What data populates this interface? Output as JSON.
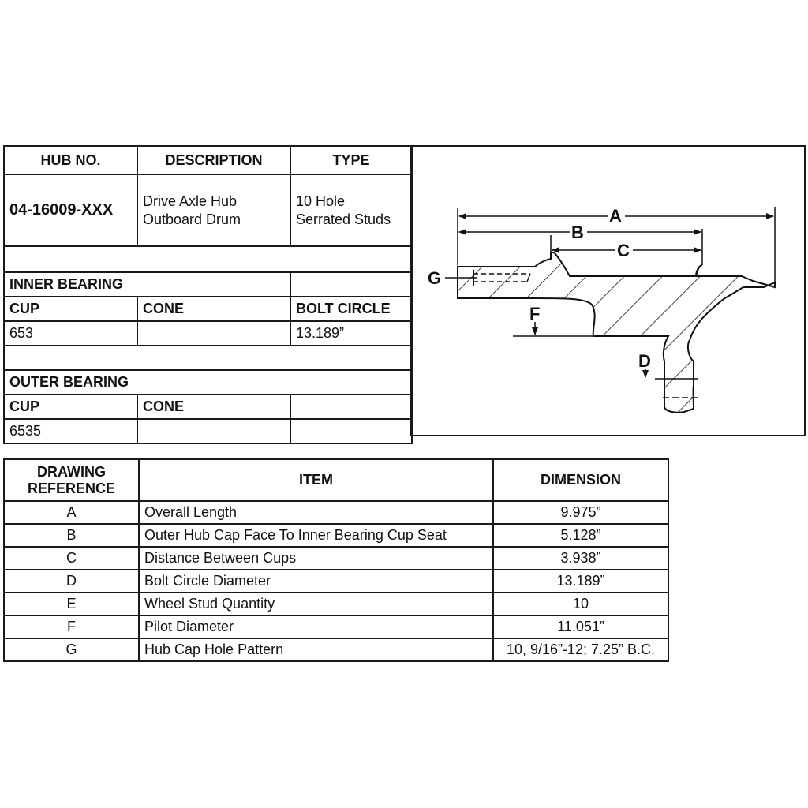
{
  "spec": {
    "headers": {
      "hub_no": "HUB NO.",
      "description": "DESCRIPTION",
      "type": "TYPE"
    },
    "hub_no": "04-16009-XXX",
    "description_line1": "Drive Axle Hub",
    "description_line2": "Outboard Drum",
    "type_line1": "10 Hole",
    "type_line2": "Serrated Studs",
    "inner_bearing": {
      "title": "INNER BEARING",
      "cup_label": "CUP",
      "cone_label": "CONE",
      "bolt_circle_label": "BOLT CIRCLE",
      "cup": "653",
      "cone": "",
      "bolt_circle": "13.189”"
    },
    "outer_bearing": {
      "title": "OUTER BEARING",
      "cup_label": "CUP",
      "cone_label": "CONE",
      "cup": "6535",
      "cone": ""
    }
  },
  "drawing": {
    "labels": {
      "a": "A",
      "b": "B",
      "c": "C",
      "d": "D",
      "f": "F",
      "g": "G"
    }
  },
  "dimensions": {
    "headers": {
      "ref_line1": "DRAWING",
      "ref_line2": "REFERENCE",
      "item": "ITEM",
      "dimension": "DIMENSION"
    },
    "rows": [
      {
        "ref": "A",
        "item": "Overall Length",
        "dimension": "9.975”"
      },
      {
        "ref": "B",
        "item": "Outer Hub Cap Face To Inner Bearing Cup Seat",
        "dimension": "5.128”"
      },
      {
        "ref": "C",
        "item": "Distance Between Cups",
        "dimension": "3.938”"
      },
      {
        "ref": "D",
        "item": "Bolt Circle Diameter",
        "dimension": "13.189”"
      },
      {
        "ref": "E",
        "item": "Wheel Stud Quantity",
        "dimension": "10"
      },
      {
        "ref": "F",
        "item": "Pilot Diameter",
        "dimension": "11.051”"
      },
      {
        "ref": "G",
        "item": "Hub Cap Hole Pattern",
        "dimension": "10, 9/16”-12; 7.25” B.C."
      }
    ]
  }
}
